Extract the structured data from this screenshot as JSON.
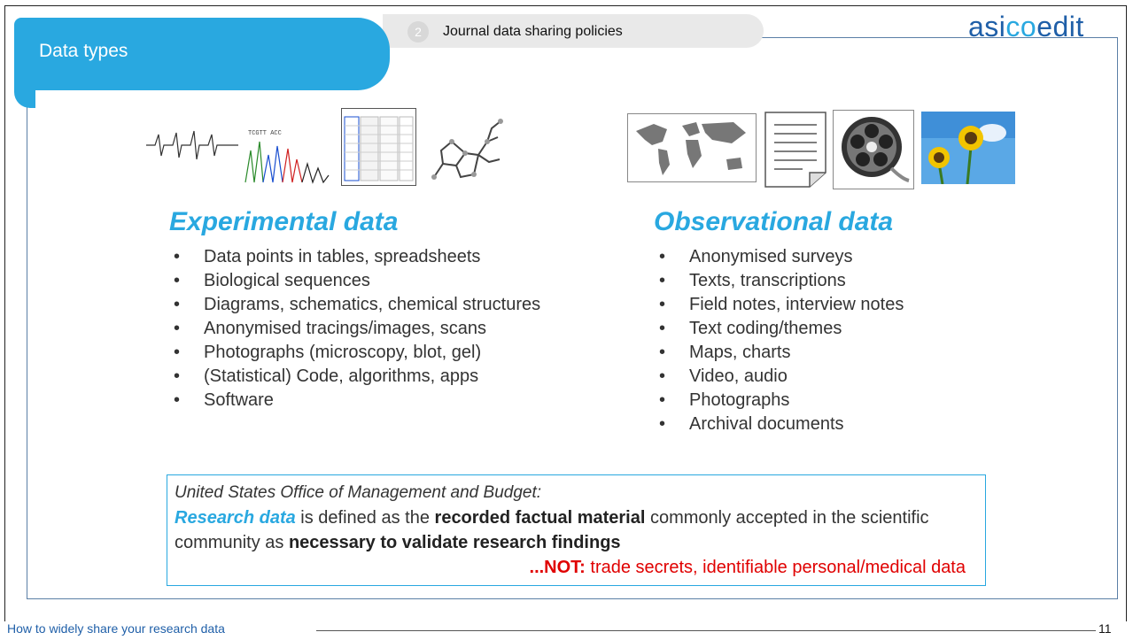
{
  "slide": {
    "title": "Data types",
    "section_number": "2",
    "section_title": "Journal data sharing policies",
    "logo": {
      "part1": "asi",
      "part2": "co",
      "part3": "edit"
    }
  },
  "experimental": {
    "heading": "Experimental data",
    "items": [
      "Data points in tables, spreadsheets",
      "Biological sequences",
      "Diagrams, schematics, chemical structures",
      "Anonymised tracings/images, scans",
      "Photographs (microscopy, blot, gel)",
      "(Statistical) Code, algorithms, apps",
      "Software"
    ]
  },
  "observational": {
    "heading": "Observational data",
    "items": [
      "Anonymised surveys",
      "Texts, transcriptions",
      "Field notes, interview notes",
      "Text coding/themes",
      "Maps, charts",
      "Video, audio",
      "Photographs",
      "Archival documents"
    ]
  },
  "definition": {
    "intro": "United States Office of Management and Budget:",
    "term": "Research data",
    "t1": " is defined as the ",
    "b1": "recorded factual material",
    "t2": " commonly accepted in the scientific community as ",
    "b2": "necessary to validate research findings",
    "not_label": "...NOT:",
    "not_text": " trade secrets, identifiable personal/medical data"
  },
  "footer": {
    "text": "How to widely share your research data",
    "page": "11"
  },
  "colors": {
    "accent": "#29a8e0",
    "brand": "#1f5fa8",
    "warning": "#e00000"
  }
}
